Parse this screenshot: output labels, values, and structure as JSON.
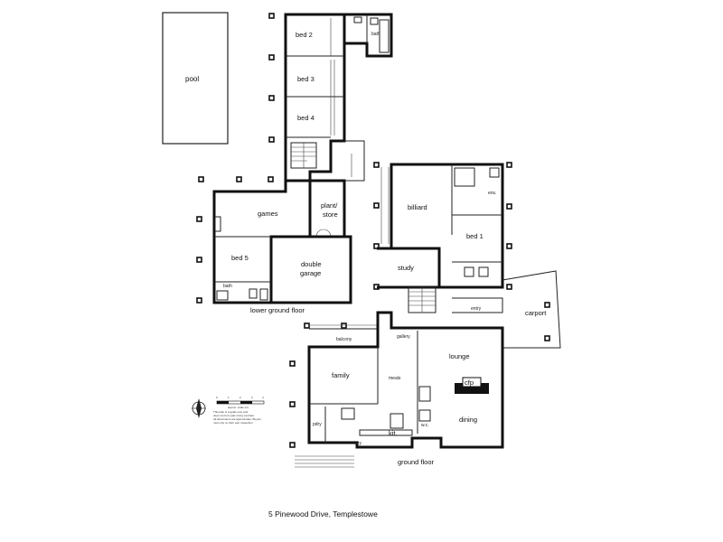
{
  "plan": {
    "address": "5 Pinewood Drive, Templestowe",
    "levels": {
      "lower": "lower ground floor",
      "ground": "ground floor"
    },
    "rooms": {
      "pool": "pool",
      "bed2": "bed 2",
      "bed3": "bed 3",
      "bed4": "bed 4",
      "bath_top": "bath",
      "games": "games",
      "plant_store_1": "plant/",
      "plant_store_2": "store",
      "bed5": "bed 5",
      "bath_lower": "bath",
      "double_garage_1": "double",
      "double_garage_2": "garage",
      "billiard": "billiard",
      "bed1": "bed 1",
      "study": "study",
      "ens": "ens.",
      "entry": "entry",
      "carport": "carport",
      "balcony": "balcony",
      "gallery": "gallery",
      "lounge": "lounge",
      "cfp": "cfp",
      "family": "family",
      "meals": "meals",
      "dining": "dining",
      "kit": "kit.",
      "pdry": "pdry",
      "ldry": "ldry",
      "wc": "w.c."
    },
    "scale": {
      "ticks": [
        "0",
        "1",
        "2",
        "3",
        "4"
      ],
      "label": "approx. scale (m)",
      "note1": "This plan is a guide only and",
      "note2": "does not form part of any contract.",
      "note3": "All dimensions are approximate. Buyers",
      "note4": "must rely on their own inspection."
    }
  }
}
